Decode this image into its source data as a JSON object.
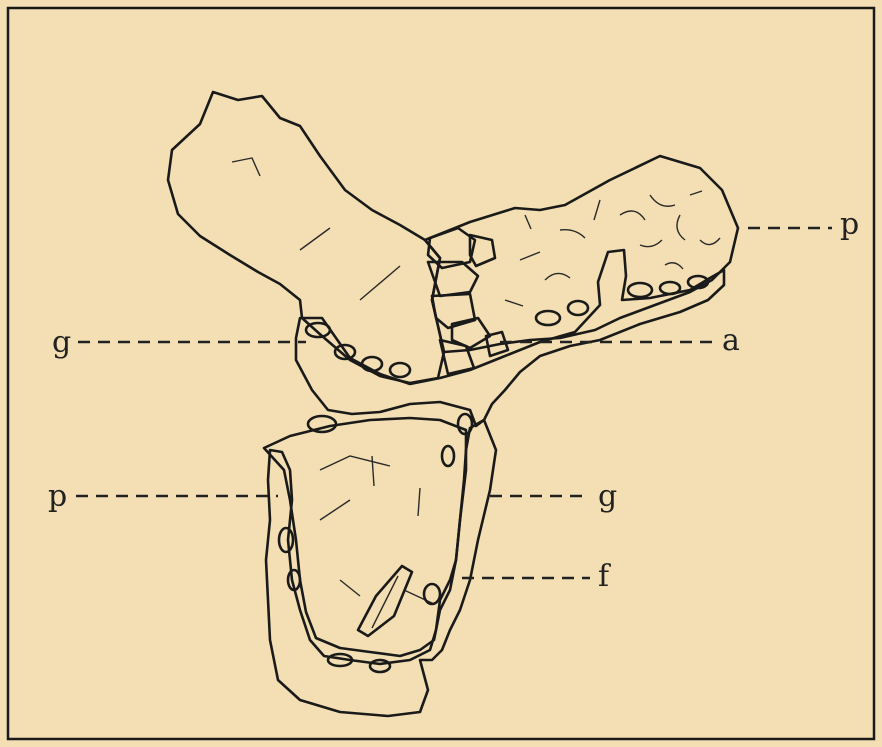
{
  "labels": {
    "p_top_right": "p",
    "g_left": "g",
    "a_right": "a",
    "p_left": "p",
    "g_right": "g",
    "f_right": "f"
  },
  "colors": {
    "background": "#f3dfb3",
    "ink": "#1a1a1a",
    "stipple_fill": "#f0dba9"
  }
}
